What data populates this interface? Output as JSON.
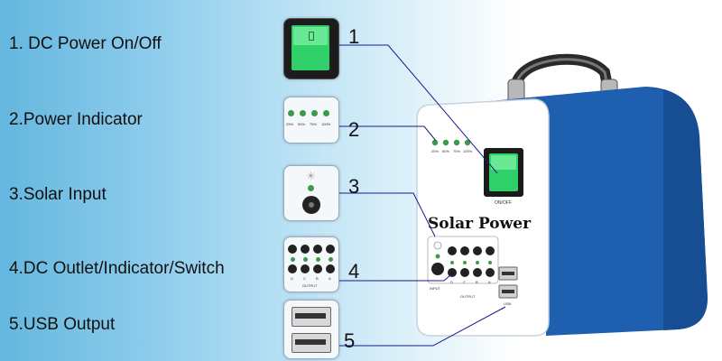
{
  "features": [
    {
      "number": "1",
      "label": "1. DC Power On/Off"
    },
    {
      "number": "2",
      "label": "2.Power Indicator"
    },
    {
      "number": "3",
      "label": "3.Solar Input"
    },
    {
      "number": "4",
      "label": "4.DC Outlet/Indicator/Switch"
    },
    {
      "number": "5",
      "label": "5.USB Output"
    }
  ],
  "device": {
    "brand_text": "Solar Power",
    "switch_label": "ON/OFF",
    "input_label": "INPUT",
    "output_label": "OUTPUT",
    "usb_label": "USB",
    "levels": [
      "25%",
      "50%",
      "75%",
      "100%"
    ],
    "outlets": [
      "D",
      "C",
      "B",
      "A"
    ]
  },
  "colors": {
    "body_blue": "#1f5fb0",
    "switch_green": "#2fd06a",
    "led_green": "#3c9a4a"
  }
}
